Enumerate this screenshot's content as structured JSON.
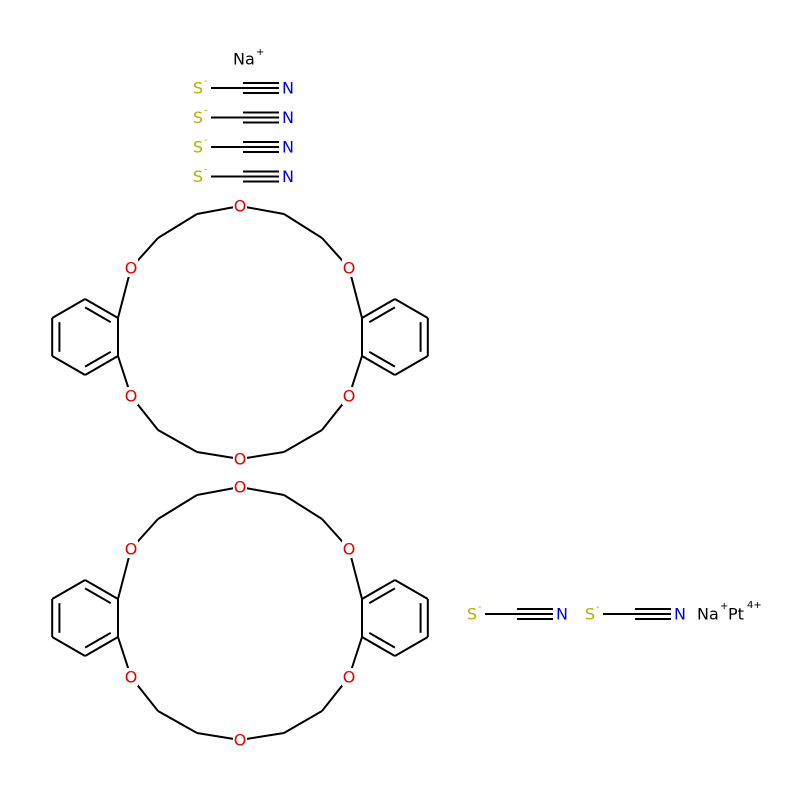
{
  "colors": {
    "bond": "#000000",
    "O": "#e00000",
    "S": "#b2b200",
    "N": "#0000e0",
    "ion": "#000000"
  },
  "labels": {
    "O": "O",
    "S": "S",
    "N": "N",
    "anion_charge": "-",
    "Na": "Na",
    "Na_charge": "+",
    "Pt": "Pt",
    "Pt_charge": "4+"
  },
  "ions": {
    "top_na": "Na+",
    "bottom_right": "Na+Pt4+"
  },
  "thiocyanates": {
    "stacked_count": 4,
    "row_count": 2
  },
  "crowns": {
    "count": 2,
    "oxygen_count_each": 6,
    "fused_benzene_rings_each": 2
  }
}
